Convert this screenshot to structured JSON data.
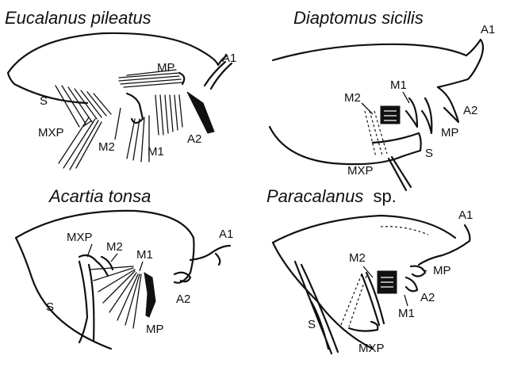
{
  "panels": {
    "eucalanus": {
      "title": "Eucalanus pileatus",
      "labels": {
        "a1": "A1",
        "mp": "MP",
        "s": "S",
        "mxp": "MXP",
        "m2": "M2",
        "m1": "M1",
        "a2": "A2"
      }
    },
    "diaptomus": {
      "title": "Diaptomus sicilis",
      "labels": {
        "a1": "A1",
        "m2": "M2",
        "m1": "M1",
        "a2": "A2",
        "mp": "MP",
        "s": "S",
        "mxp": "MXP"
      }
    },
    "acartia": {
      "title": "Acartia tonsa",
      "labels": {
        "mxp": "MXP",
        "m2": "M2",
        "m1": "M1",
        "a1": "A1",
        "s": "S",
        "a2": "A2",
        "mp": "MP"
      }
    },
    "paracalanus": {
      "title_genus": "Paracalanus",
      "title_suffix": "sp.",
      "labels": {
        "a1": "A1",
        "m2": "M2",
        "mp": "MP",
        "a2": "A2",
        "m1": "M1",
        "s": "S",
        "mxp": "MXP"
      }
    }
  }
}
